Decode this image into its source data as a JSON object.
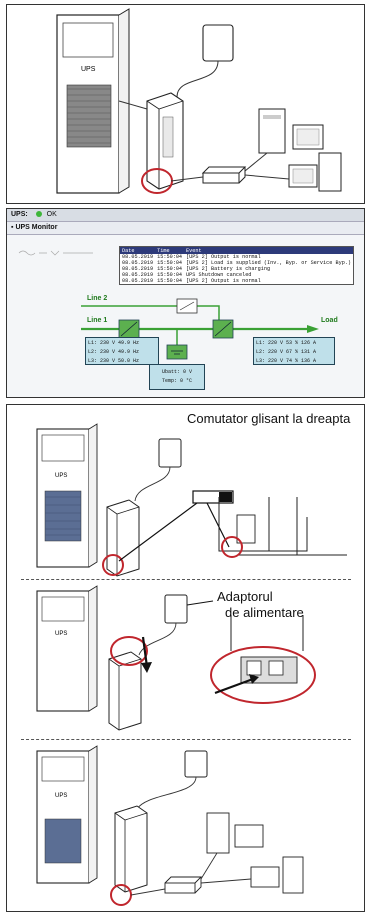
{
  "figure_1": {
    "device_label": "UPS"
  },
  "ups_monitor": {
    "status_label": "UPS:",
    "status_value": "OK",
    "window_title": "UPS Monitor",
    "events": {
      "headers": [
        "Date",
        "Time",
        "Event"
      ],
      "rows": [
        [
          "08.05.2019",
          "15:50:04",
          "[UPS 2] Output is normal"
        ],
        [
          "08.05.2019",
          "15:50:04",
          "[UPS 2] Load is supplied (Inv., Byp. or Service Byp.)"
        ],
        [
          "08.05.2019",
          "15:50:04",
          "[UPS 2] Battery is charging"
        ],
        [
          "08.05.2019",
          "15:50:04",
          "UPS Shutdown canceled"
        ],
        [
          "08.05.2019",
          "15:50:04",
          "[UPS 2] Output is normal"
        ]
      ]
    },
    "line2_label": "Line 2",
    "line1_label": "Line 1",
    "load_label": "Load",
    "input_measurements": [
      "L1: 230 V  49.9 Hz",
      "L2: 230 V  49.9 Hz",
      "L3: 230 V  50.0 Hz"
    ],
    "output_measurements": [
      "L1: 220 V  53 %  126 A",
      "L2: 220 V  67 %  131 A",
      "L3: 220 V  74 %  136 A"
    ],
    "battery_status": [
      "Ubatt: 0 V",
      "Temp: 0 °C"
    ]
  },
  "figure_3": {
    "step1_device_label": "UPS",
    "step2_device_label": "UPS",
    "step3_device_label": "UPS",
    "switch_callout": "Comutator glisant la dreapta",
    "adapter_callout_line1": "Adaptorul",
    "adapter_callout_line2": "de alimentare"
  },
  "colors": {
    "highlight_ring": "#c0262d",
    "busbar_green": "#3aa135",
    "block_green": "#5cb04f",
    "ok_dot": "#3fb63a"
  }
}
